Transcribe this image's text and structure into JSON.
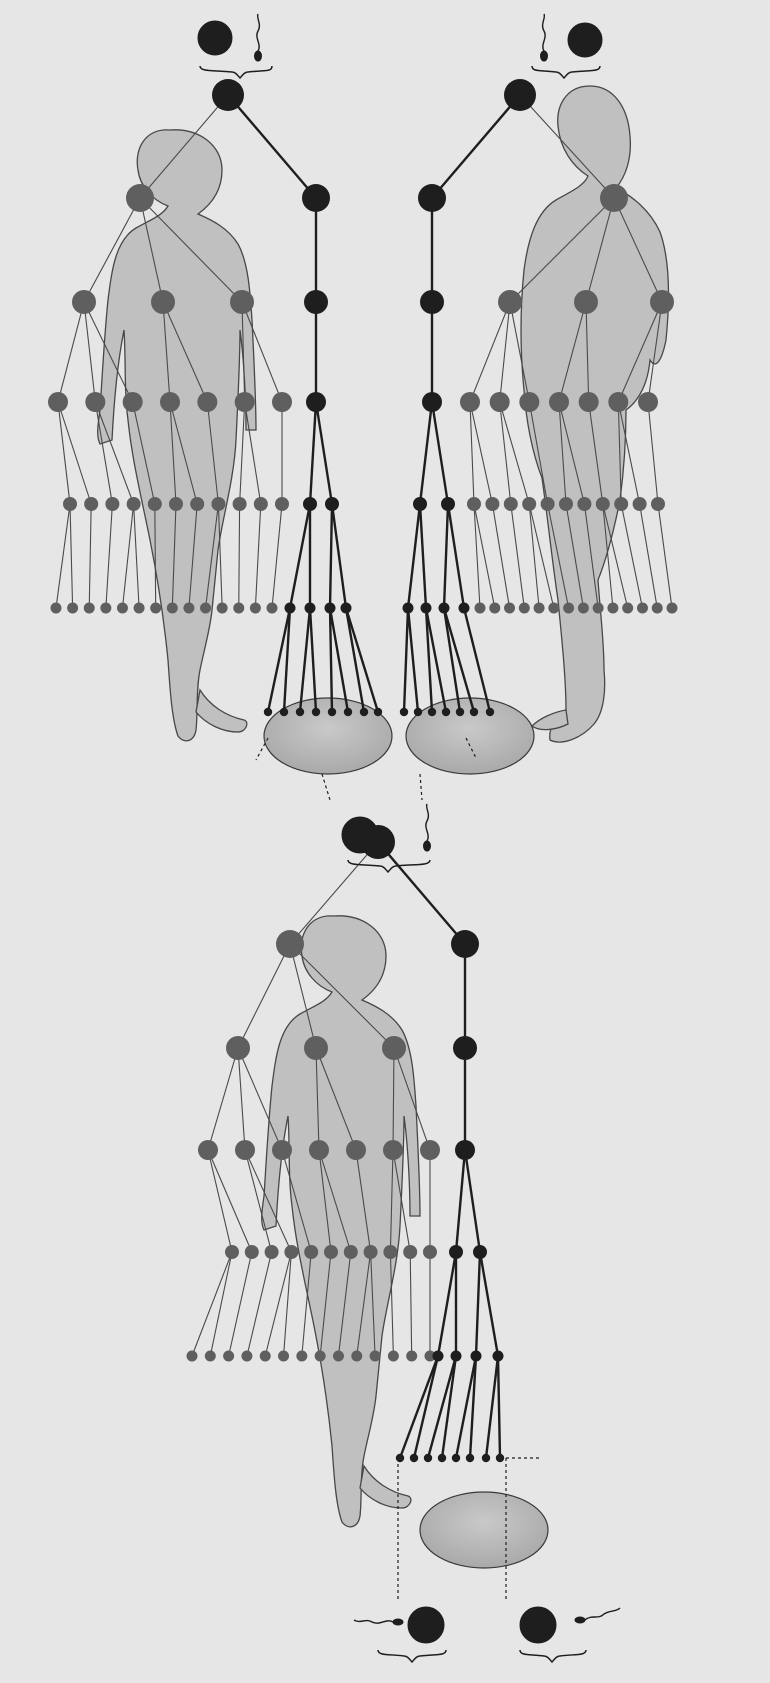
{
  "figure": {
    "description_hidden": "",
    "colors": {
      "background": "#e6e6e6",
      "ink": "#1e1e1e",
      "shaded_ink": "#5f5f5f",
      "figure_fill": "#bdbdbd",
      "figure_outline": "#3a3a3a",
      "germ_pool_fill": "#b8b8b8"
    },
    "panels": [
      {
        "name": "mother-ancestry-panel",
        "figure": "female-figure"
      },
      {
        "name": "father-ancestry-panel",
        "figure": "male-figure"
      },
      {
        "name": "offspring-panel",
        "figure": "female-figure"
      }
    ],
    "gamete_symbols": [
      "egg-cell",
      "sperm-cell"
    ]
  }
}
